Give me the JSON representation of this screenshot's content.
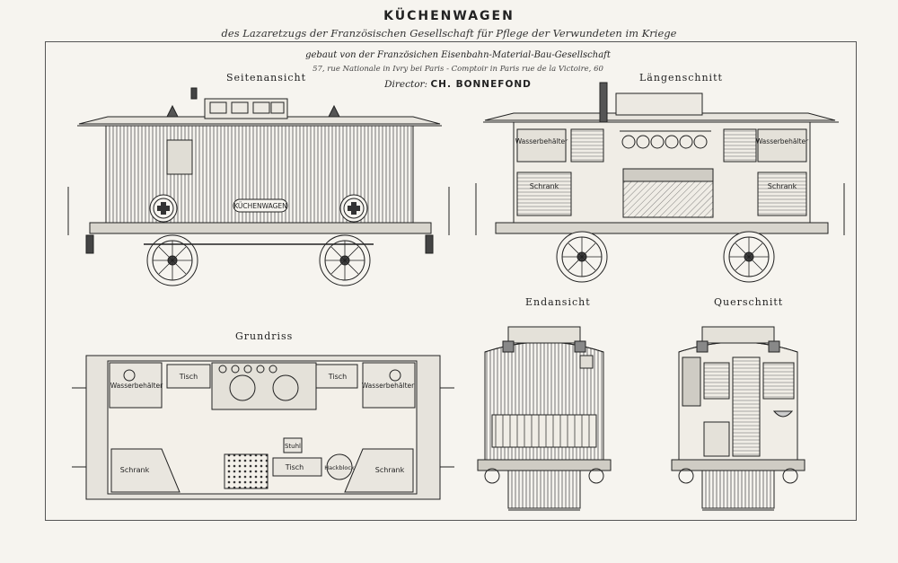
{
  "title": "KÜCHENWAGEN",
  "subtitle": "des Lazaretzugs der Französischen Gesellschaft für Pflege der Verwundeten im Kriege",
  "builder": "gebaut von der Französichen Eisenbahn-Material-Bau-Gesellschaft",
  "address": "57, rue Nationale in Ivry bei Paris - Comptoir in Paris rue de la Victoire, 60",
  "director_label": "Director:",
  "director_name": "CH. BONNEFOND",
  "views": {
    "side": "Seitenansicht",
    "longitudinal": "Längenschnitt",
    "plan": "Grundriss",
    "end": "Endansicht",
    "cross": "Querschnitt"
  },
  "labels": {
    "car_name": "KÜCHENWAGEN",
    "water_tank": "Wasserbehälter",
    "cabinet": "Schrank",
    "table": "Tisch",
    "chair": "Stuhl",
    "chopping_block": "Hackblock"
  },
  "colors": {
    "ink": "#222222",
    "paper": "#f6f4ef",
    "cross": "#333333"
  }
}
